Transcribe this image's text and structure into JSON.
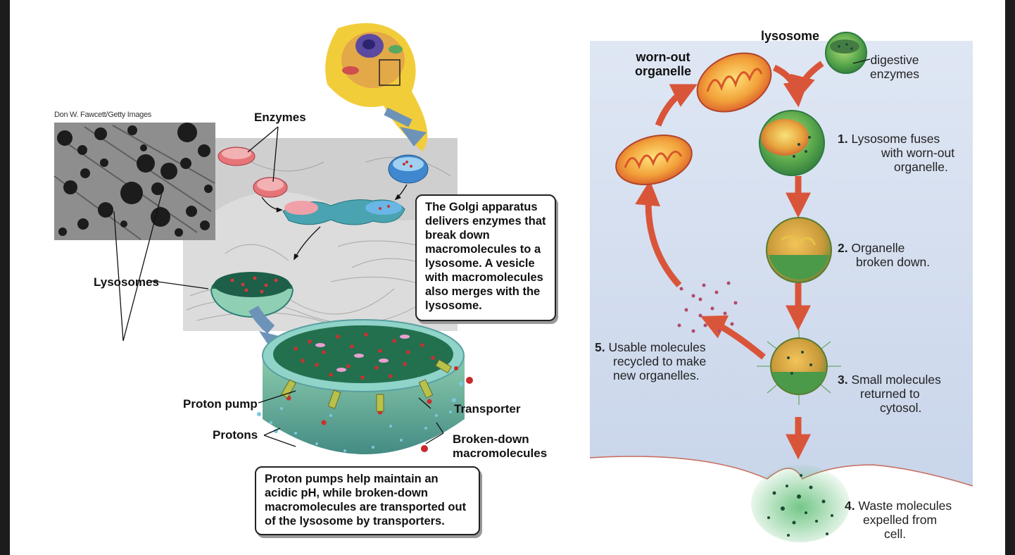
{
  "left_panel": {
    "credit": "Don W. Fawcett/Getty Images",
    "enzymes_label": "Enzymes",
    "lysosomes_label": "Lysosomes",
    "golgi_callout": [
      "The Golgi apparatus",
      "delivers enzymes that",
      "break down",
      "macromolecules to a",
      "lysosome. A vesicle",
      "with macromolecules",
      "also merges with the",
      "lysosome."
    ],
    "proton_pump_label": "Proton pump",
    "protons_label": "Protons",
    "transporter_label": "Transporter",
    "broken_down_label": [
      "Broken-down",
      "macromolecules"
    ],
    "pump_callout": [
      "Proton pumps help maintain an",
      "acidic pH, while broken-down",
      "macromolecules are transported out",
      "of the lysosome by transporters."
    ]
  },
  "right_panel": {
    "worn_out_label": [
      "worn-out",
      "organelle"
    ],
    "lysosome_label": "lysosome",
    "digestive_label": [
      "digestive",
      "enzymes"
    ],
    "steps": [
      {
        "num": "1.",
        "lines": [
          "Lysosome fuses",
          "with worn-out",
          "organelle."
        ]
      },
      {
        "num": "2.",
        "lines": [
          "Organelle",
          "broken down."
        ]
      },
      {
        "num": "3.",
        "lines": [
          "Small molecules",
          "returned to",
          "cytosol."
        ]
      },
      {
        "num": "4.",
        "lines": [
          "Waste molecules",
          "expelled from",
          "cell."
        ]
      },
      {
        "num": "5.",
        "lines": [
          "Usable molecules",
          "recycled to make",
          "new organelles."
        ]
      }
    ]
  },
  "colors": {
    "arrow": "#d9553a",
    "cell_bg": "#dfe6f3",
    "lysosome_green": "#3a8f4a",
    "mito_orange": "#e8732a",
    "blue_arrow": "#6e93b8"
  }
}
